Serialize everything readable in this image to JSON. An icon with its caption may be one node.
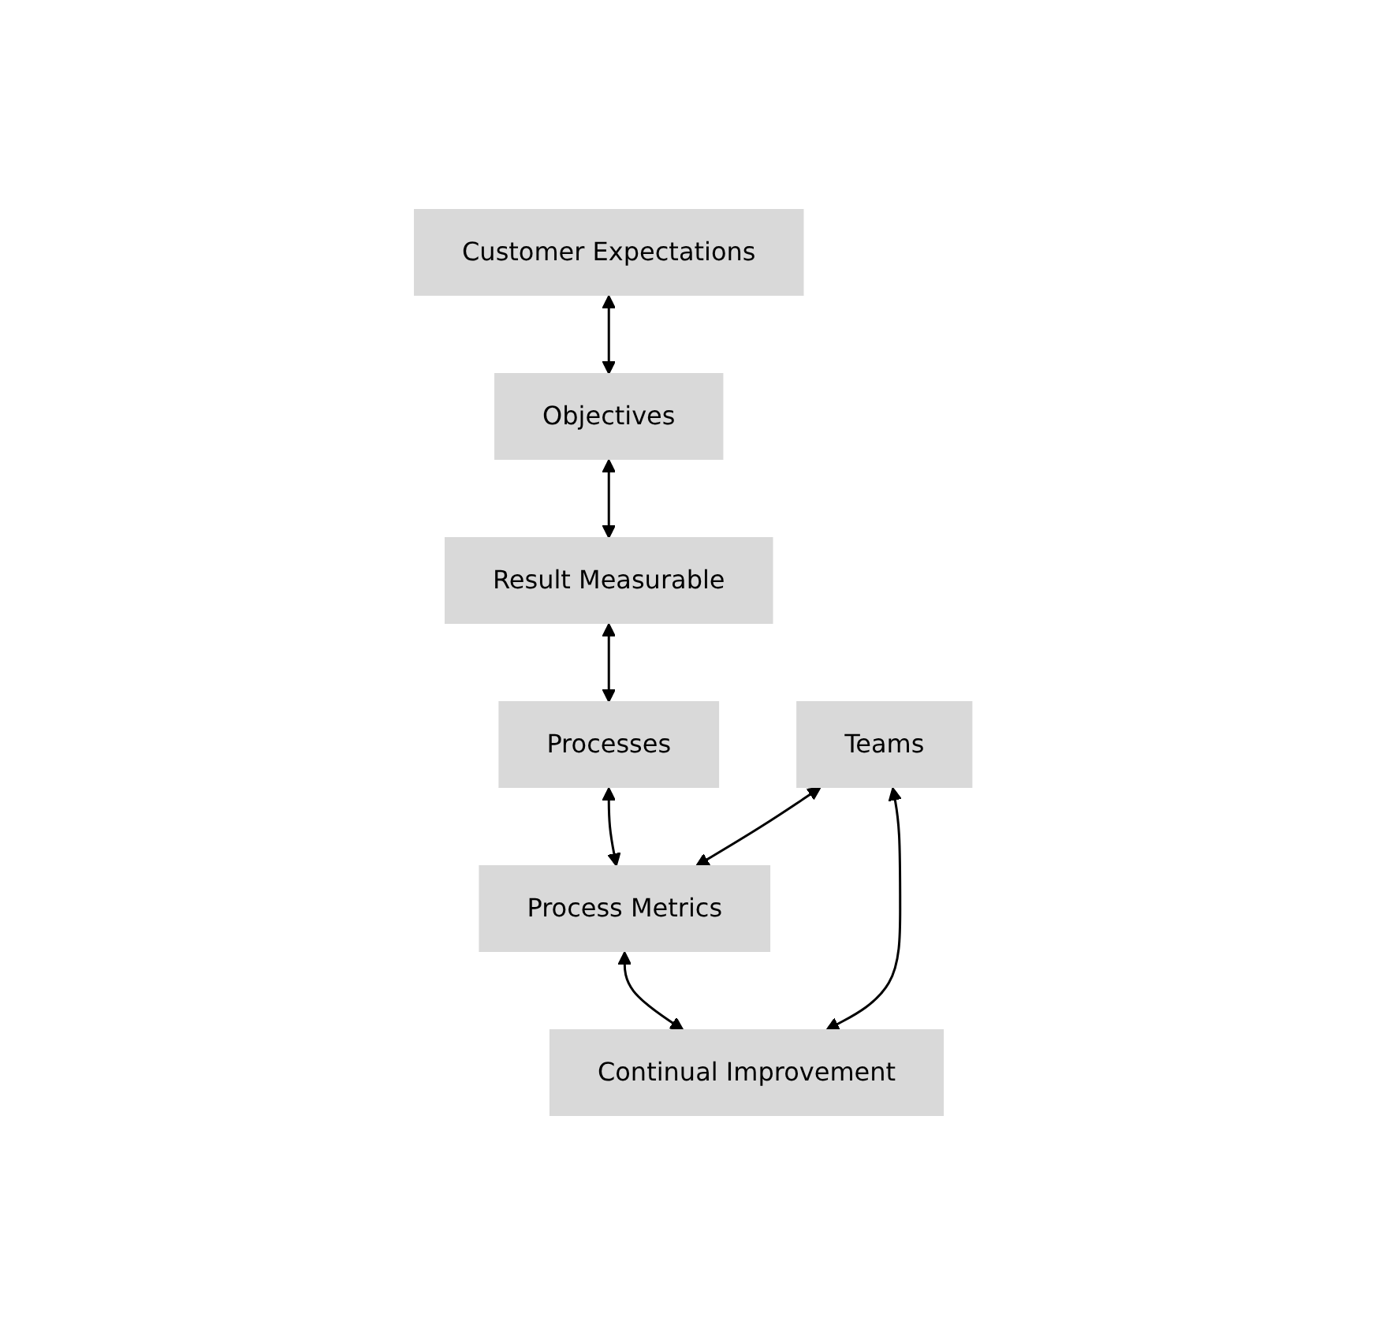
{
  "diagram": {
    "nodes": [
      {
        "text": [
          "Customer Expectations"
        ]
      },
      {
        "text": [
          "Objectives"
        ]
      },
      {
        "text": [
          "Result Measurable"
        ]
      },
      {
        "text": [
          "Processes"
        ]
      },
      {
        "text": [
          "Process Metrics"
        ]
      },
      {
        "text": [
          "Teams"
        ]
      },
      {
        "text": [
          "Continual Improvement"
        ]
      }
    ],
    "edges": [
      {
        "from": 0,
        "to": 1,
        "arrow": "both"
      },
      {
        "from": 1,
        "to": 2,
        "arrow": "both"
      },
      {
        "from": 2,
        "to": 3,
        "arrow": "both"
      },
      {
        "from": 3,
        "to": 4,
        "arrow": "both"
      },
      {
        "from": 5,
        "to": 4,
        "arrow": "both"
      },
      {
        "from": 4,
        "to": 6,
        "arrow": "both"
      },
      {
        "from": 5,
        "to": 6,
        "arrow": "both"
      }
    ]
  }
}
